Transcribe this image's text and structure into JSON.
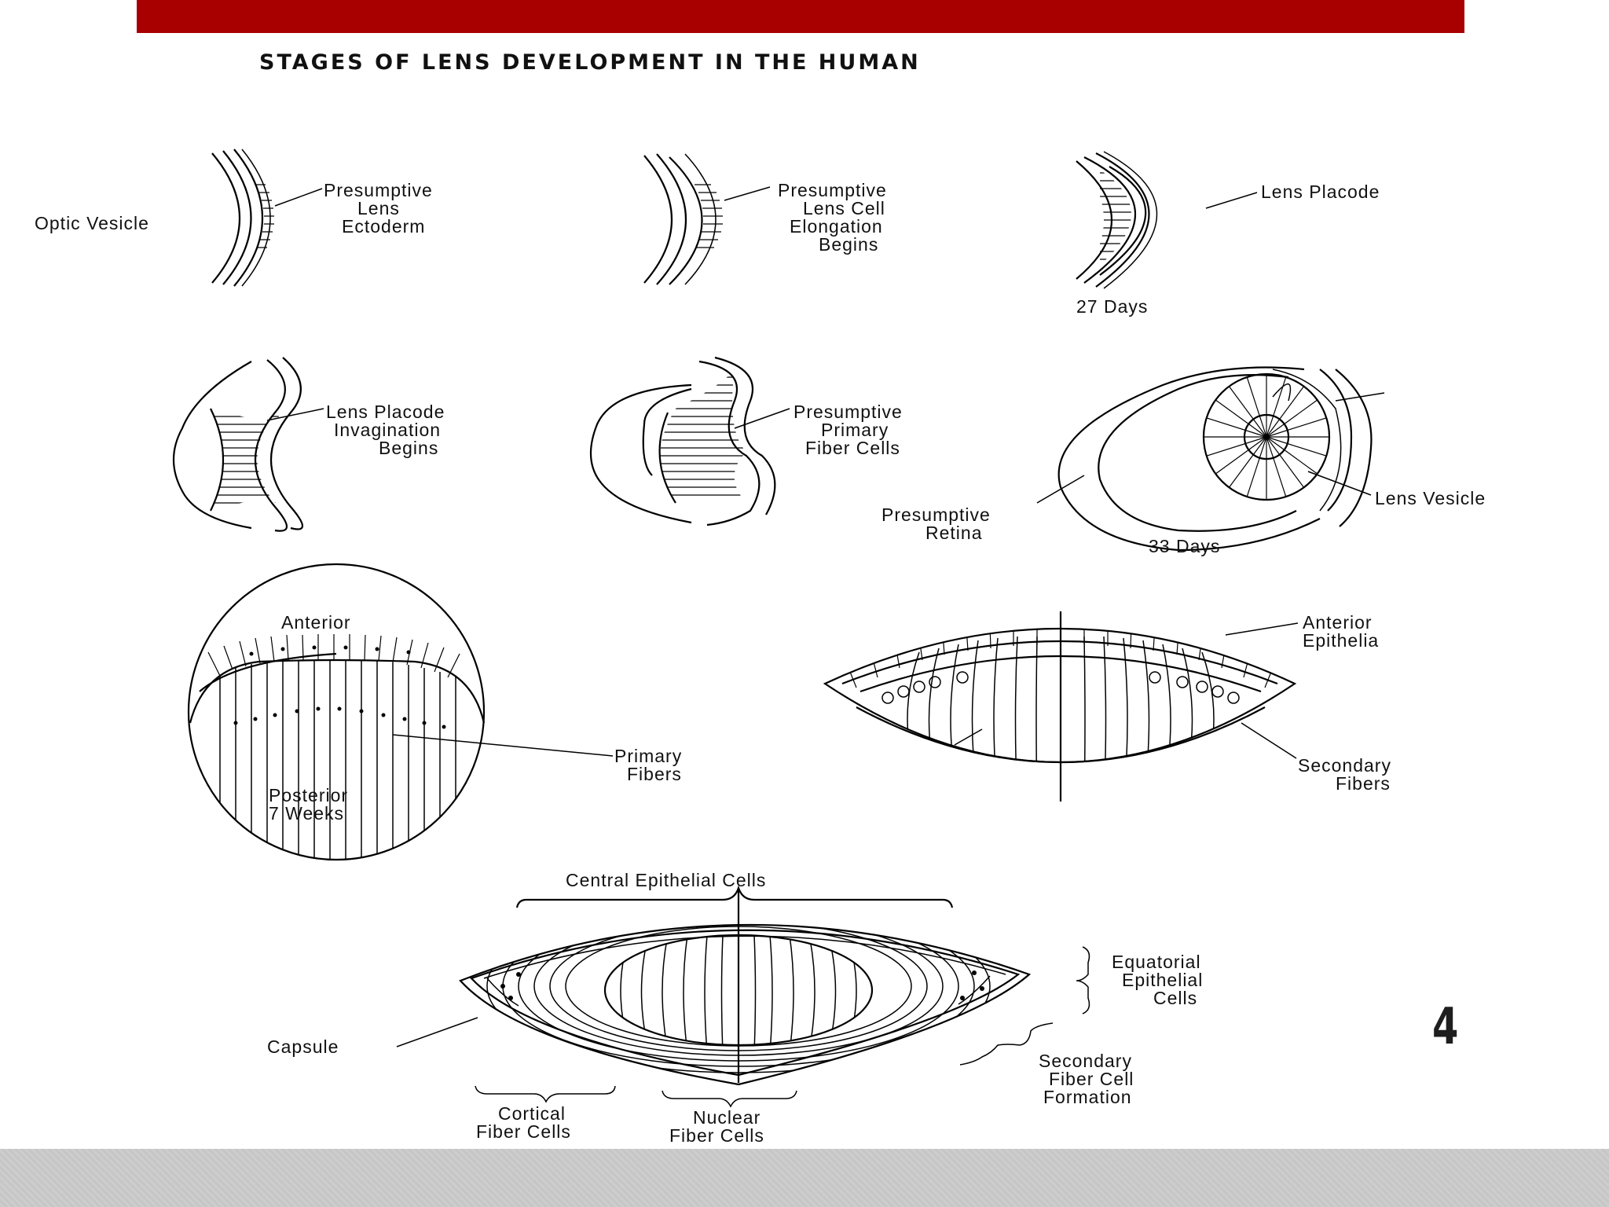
{
  "slide": {
    "accent_color": "#a80000",
    "footer_color": "#c8c8c8",
    "page_number": "4"
  },
  "diagram": {
    "title": "STAGES OF LENS DEVELOPMENT IN THE HUMAN",
    "stage1": {
      "label_vesicle": "Optic Vesicle",
      "label_line1": "Presumptive",
      "label_line2": "Lens",
      "label_line3": "Ectoderm"
    },
    "stage2": {
      "label_line1": "Presumptive",
      "label_line2": "Lens Cell",
      "label_line3": "Elongation",
      "label_line4": "Begins"
    },
    "stage3": {
      "label": "Lens Placode",
      "age": "27 Days"
    },
    "stage4": {
      "label_line1": "Lens Placode",
      "label_line2": "Invagination",
      "label_line3": "Begins"
    },
    "stage5": {
      "label_line1": "Presumptive",
      "label_line2": "Primary",
      "label_line3": "Fiber Cells"
    },
    "stage6": {
      "label_vesicle": "Lens Vesicle",
      "label_retina_line1": "Presumptive",
      "label_retina_line2": "Retina",
      "age": "33 Days"
    },
    "stage7": {
      "anterior": "Anterior",
      "posterior": "Posterior",
      "age": "7 Weeks",
      "primary_line1": "Primary",
      "primary_line2": "Fibers"
    },
    "stage8": {
      "anterior_line1": "Anterior",
      "anterior_line2": "Epithelia",
      "secondary_line1": "Secondary",
      "secondary_line2": "Fibers"
    },
    "stage9": {
      "central": "Central Epithelial Cells",
      "equatorial_line1": "Equatorial",
      "equatorial_line2": "Epithelial",
      "equatorial_line3": "Cells",
      "capsule": "Capsule",
      "secondary_line1": "Secondary",
      "secondary_line2": "Fiber Cell",
      "secondary_line3": "Formation",
      "cortical_line1": "Cortical",
      "cortical_line2": "Fiber Cells",
      "nuclear_line1": "Nuclear",
      "nuclear_line2": "Fiber Cells"
    }
  }
}
